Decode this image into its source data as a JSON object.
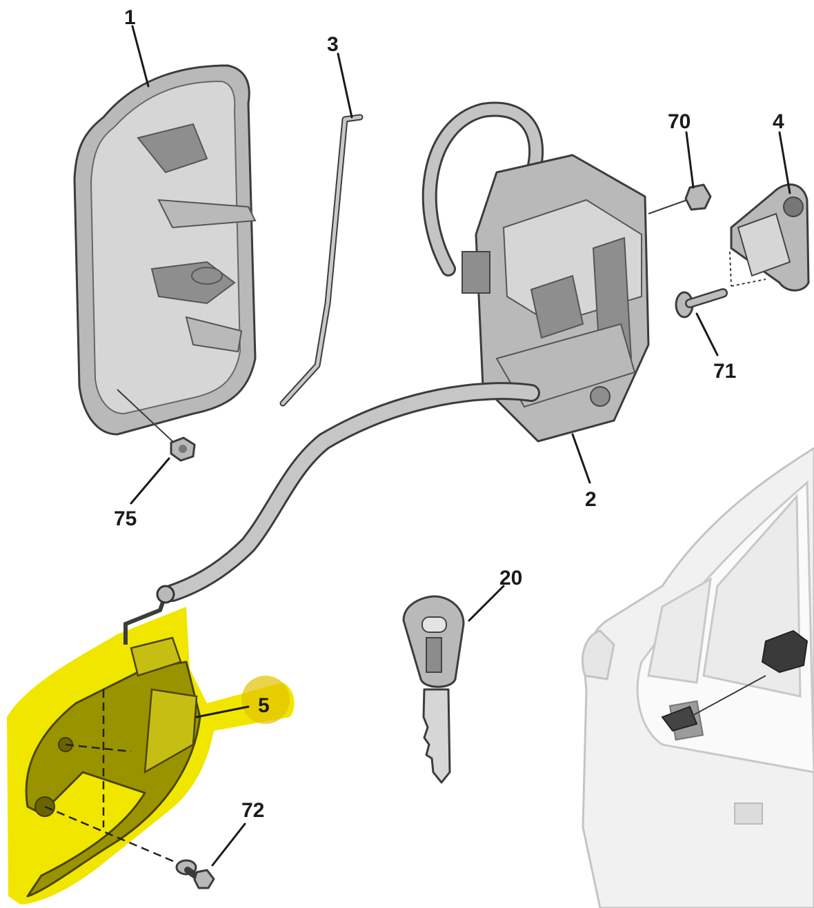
{
  "callouts": {
    "p1": "1",
    "p2": "2",
    "p3": "3",
    "p4": "4",
    "p5": "5",
    "p20": "20",
    "p70": "70",
    "p71": "71",
    "p72": "72",
    "p75": "75"
  },
  "colors": {
    "highlight": "#f1e600",
    "part_grey": "#b9b9b9"
  }
}
